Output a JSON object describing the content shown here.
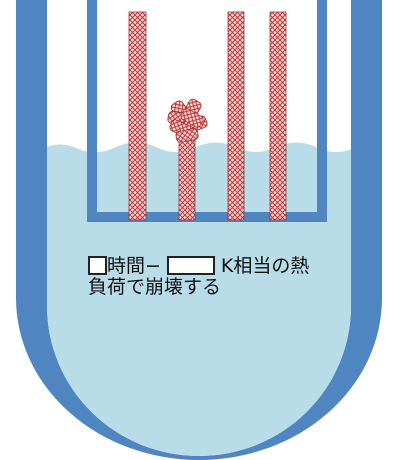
{
  "caption": {
    "line1_a": "時間−",
    "line1_b": "K相当の熱",
    "line2": "負荷で崩壊する"
  },
  "colors": {
    "vessel": "#4f86c2",
    "water": "#b9dde8",
    "rod_fill": "#f4d8d8",
    "rod_pattern": "#c03838"
  }
}
